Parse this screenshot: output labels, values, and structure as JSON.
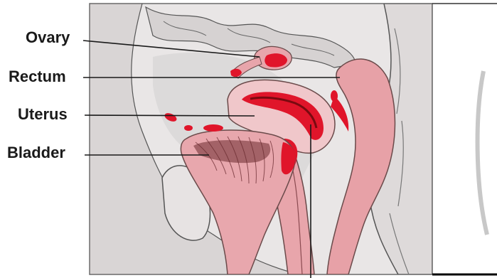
{
  "labels": {
    "ovary": "Ovary",
    "rectum": "Rectum",
    "uterus": "Uterus",
    "bladder": "Bladder"
  },
  "colors": {
    "highlight_red": "#e0152a",
    "tissue_pink": "#e8a2a8",
    "tissue_light": "#f3d3d3",
    "line_art": "#3a3a3a",
    "background": "#ffffff"
  }
}
